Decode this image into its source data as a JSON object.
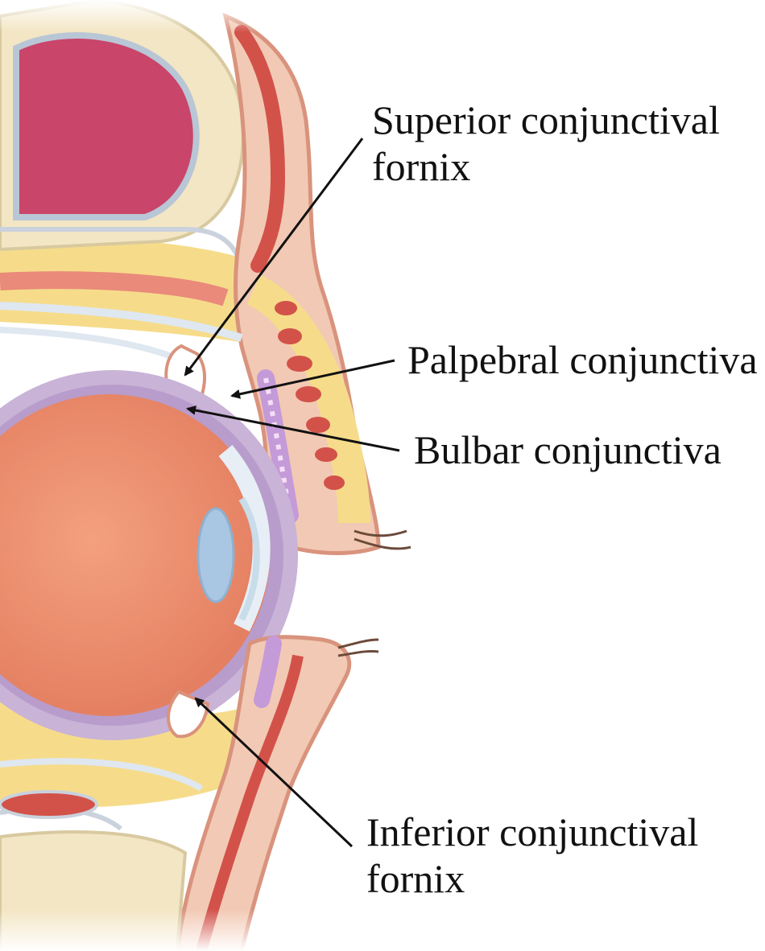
{
  "labels": {
    "superior": [
      "Superior conjunctival",
      "fornix"
    ],
    "palpebral": "Palpebral conjunctiva",
    "bulbar": "Bulbar conjunctiva",
    "inferior": [
      "Inferior conjunctival",
      "fornix"
    ]
  },
  "colors": {
    "skin": "#f2c9b4",
    "skin_edge": "#d9937d",
    "fat": "#f6dc8a",
    "bone": "#f3e6c4",
    "bone_edge": "#d8c9a0",
    "muscle": "#d2524a",
    "muscle_light": "#e98a7a",
    "sinus": "#c9456a",
    "sclera": "#c9b3d6",
    "eyeball": "#ef9876",
    "cornea": "#c8dcea",
    "lens": "#a9c7e3",
    "tendon": "#dfe7f0",
    "gland": "#c49ad8",
    "line": "#111111"
  }
}
